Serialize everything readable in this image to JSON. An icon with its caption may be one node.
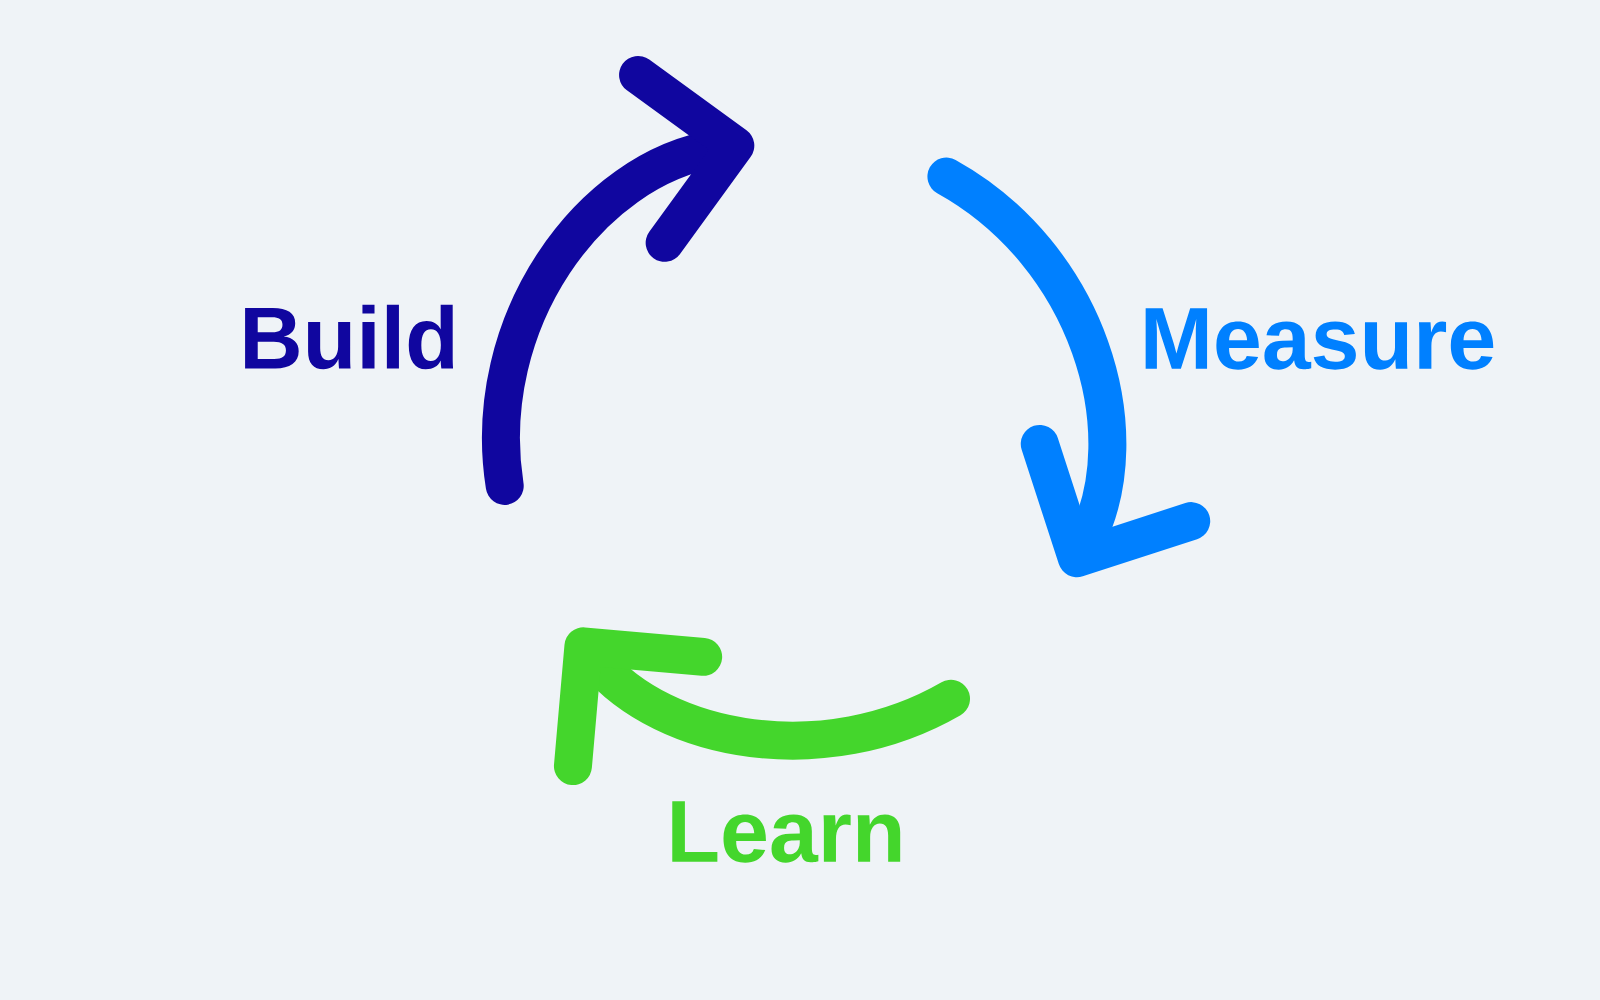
{
  "diagram": {
    "nodes": [
      {
        "text": [
          "Build"
        ]
      },
      {
        "text": [
          "Measure"
        ]
      },
      {
        "text": [
          "Learn"
        ]
      }
    ]
  }
}
